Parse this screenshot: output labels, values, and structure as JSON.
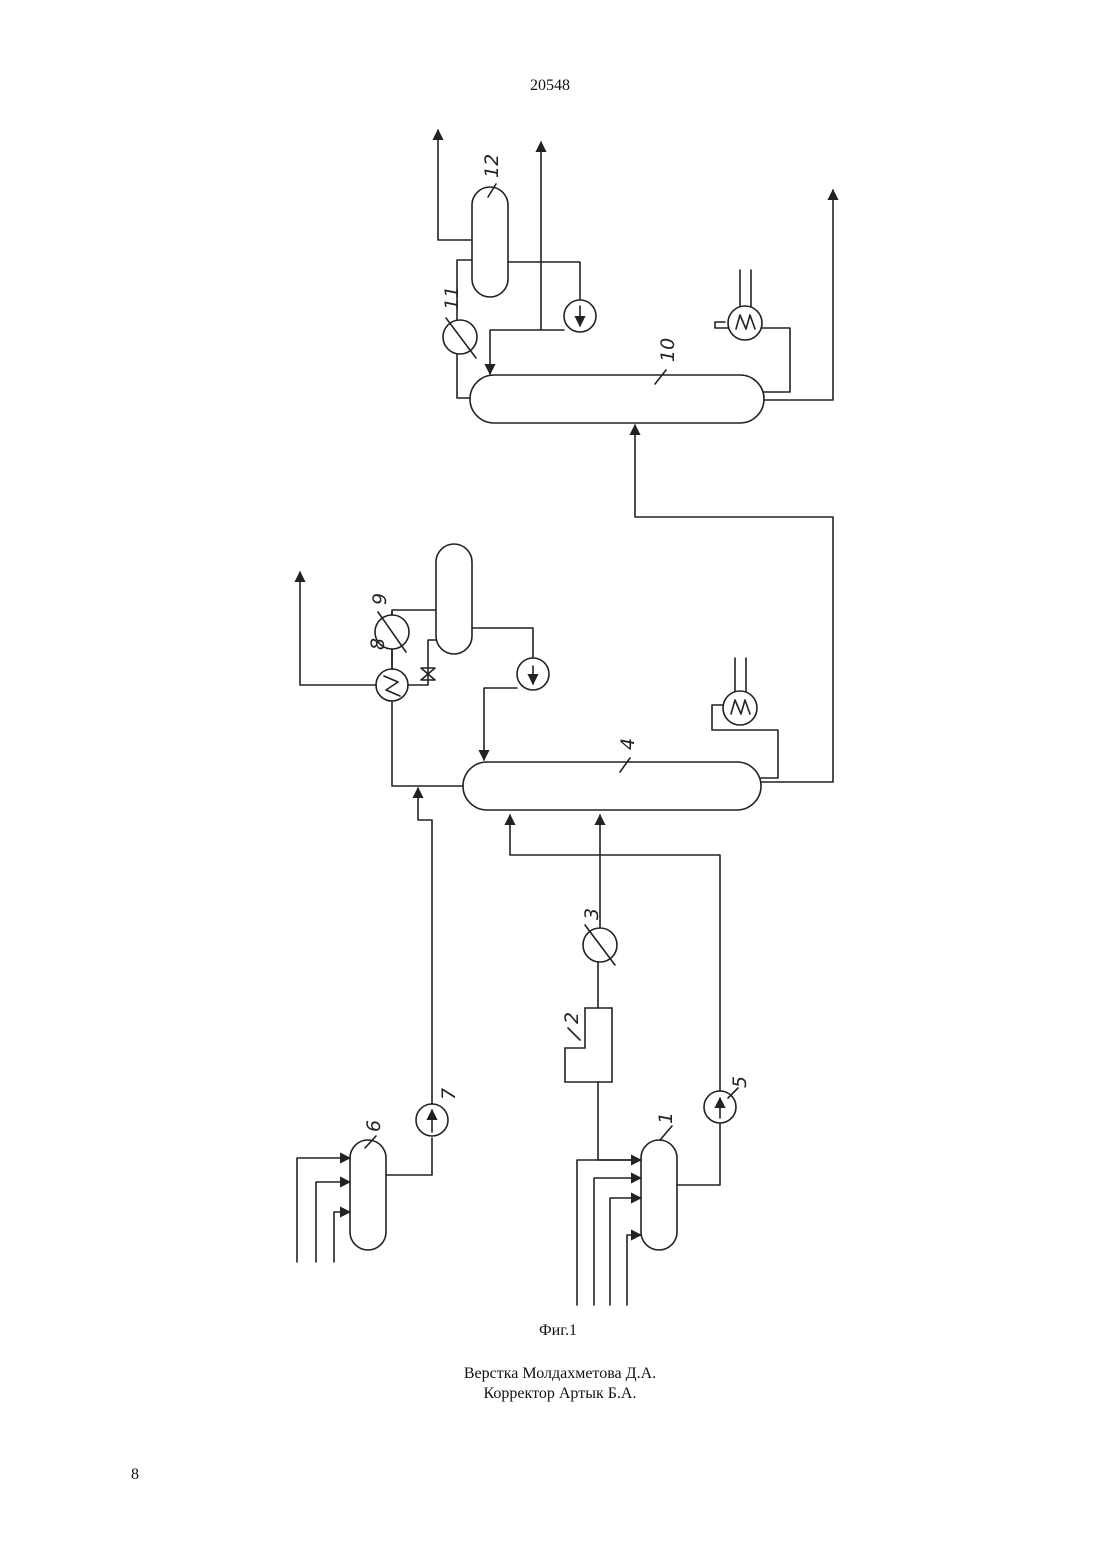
{
  "header": {
    "patent_number": "20548"
  },
  "figure": {
    "caption": "Фиг.1",
    "labels": [
      "1",
      "2",
      "3",
      "4",
      "5",
      "6",
      "7",
      "8",
      "9",
      "10",
      "11",
      "12"
    ]
  },
  "footer": {
    "credits": [
      "Верстка Молдахметова Д.А.",
      "Корректор Артык Б.А."
    ],
    "page_number": "8"
  }
}
